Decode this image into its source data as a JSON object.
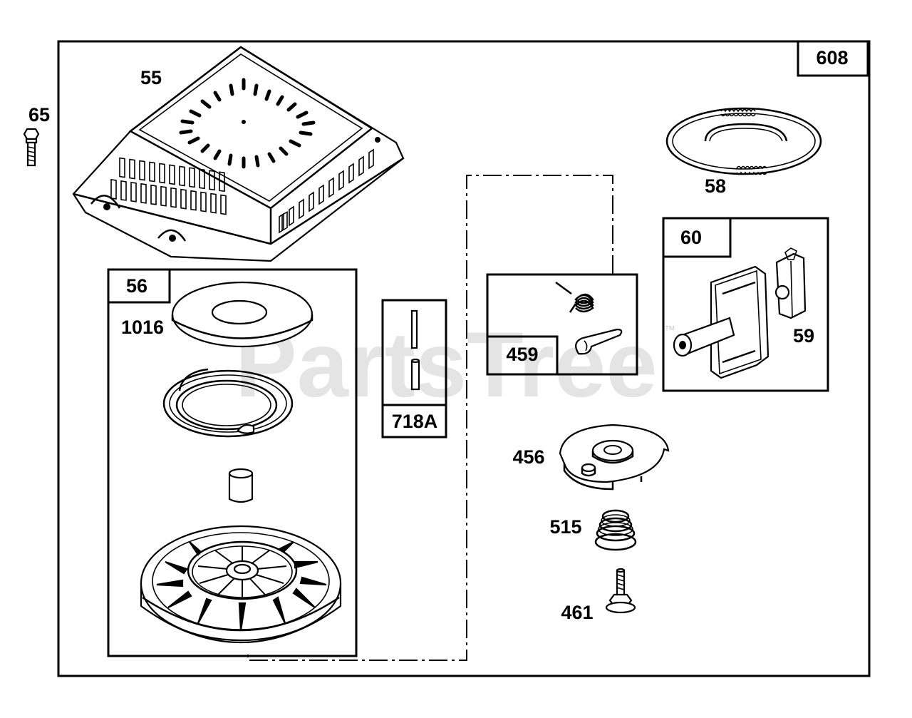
{
  "watermark": {
    "text": "PartsTree",
    "trademark": "™"
  },
  "labels": {
    "main": "608",
    "cover": "55",
    "bolt": "65",
    "rope": "58",
    "handle_kit": "60",
    "handle_insert": "59",
    "starter_kit": "56",
    "washer": "1016",
    "pin_kit": "718A",
    "pawl_kit": "459",
    "retainer": "456",
    "spring": "515",
    "screw": "461"
  }
}
